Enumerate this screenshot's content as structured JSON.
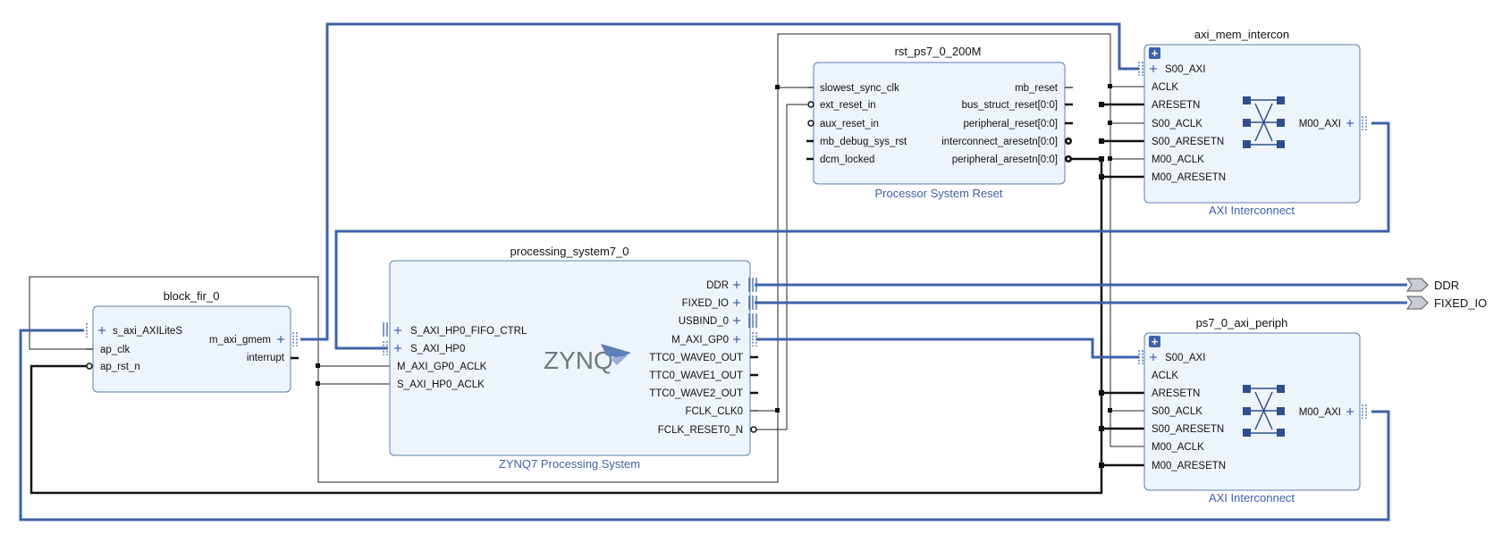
{
  "blocks": {
    "block_fir": {
      "instance": "block_fir_0",
      "pins_left": [
        "s_axi_AXILiteS",
        "ap_clk",
        "ap_rst_n"
      ],
      "pins_right": [
        "m_axi_gmem",
        "interrupt"
      ]
    },
    "ps7": {
      "instance": "processing_system7_0",
      "subtitle": "ZYNQ7 Processing System",
      "logo_text": "ZYNQ",
      "pins_left": [
        "S_AXI_HP0_FIFO_CTRL",
        "S_AXI_HP0",
        "M_AXI_GP0_ACLK",
        "S_AXI_HP0_ACLK"
      ],
      "pins_right": [
        "DDR",
        "FIXED_IO",
        "USBIND_0",
        "M_AXI_GP0",
        "TTC0_WAVE0_OUT",
        "TTC0_WAVE1_OUT",
        "TTC0_WAVE2_OUT",
        "FCLK_CLK0",
        "FCLK_RESET0_N"
      ]
    },
    "rst": {
      "instance": "rst_ps7_0_200M",
      "subtitle": "Processor System Reset",
      "pins_left": [
        "slowest_sync_clk",
        "ext_reset_in",
        "aux_reset_in",
        "mb_debug_sys_rst",
        "dcm_locked"
      ],
      "pins_right": [
        "mb_reset",
        "bus_struct_reset[0:0]",
        "peripheral_reset[0:0]",
        "interconnect_aresetn[0:0]",
        "peripheral_aresetn[0:0]"
      ]
    },
    "axi_mem": {
      "instance": "axi_mem_intercon",
      "subtitle": "AXI Interconnect",
      "pins_left": [
        "S00_AXI",
        "ACLK",
        "ARESETN",
        "S00_ACLK",
        "S00_ARESETN",
        "M00_ACLK",
        "M00_ARESETN"
      ],
      "pins_right": [
        "M00_AXI"
      ],
      "expand_symbol": "+"
    },
    "axi_periph": {
      "instance": "ps7_0_axi_periph",
      "subtitle": "AXI Interconnect",
      "pins_left": [
        "S00_AXI",
        "ACLK",
        "ARESETN",
        "S00_ACLK",
        "S00_ARESETN",
        "M00_ACLK",
        "M00_ARESETN"
      ],
      "pins_right": [
        "M00_AXI"
      ],
      "expand_symbol": "+"
    }
  },
  "external_ports": [
    "DDR",
    "FIXED_IO"
  ],
  "colors": {
    "block_fill": "#eef4fb",
    "block_stroke": "#5b7fb0",
    "bus_net": "#3d62a8",
    "signal_net": "#111111",
    "subtitle_text": "#3d62a8",
    "port_fill": "#c8ccd2"
  }
}
